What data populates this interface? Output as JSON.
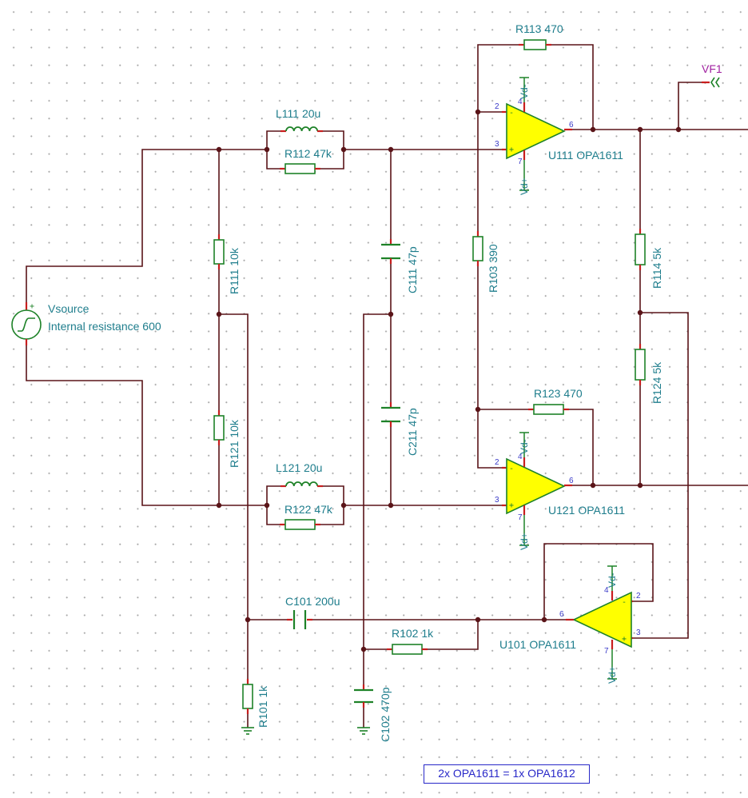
{
  "components": {
    "L111": "L111 20u",
    "R112": "R112 47k",
    "R111": "R111 10k",
    "R121": "R121 10k",
    "C111": "C111 47p",
    "C211": "C211 47p",
    "L121": "L121 20u",
    "R122": "R122 47k",
    "R113": "R113 470",
    "R103": "R103 390",
    "R114": "R114 5k",
    "R124": "R124 5k",
    "R123": "R123 470",
    "C101": "C101 200u",
    "R102": "R102 1k",
    "R101": "R101 1k",
    "C102": "C102 470p",
    "U111": "U111 OPA1611",
    "U121": "U121 OPA1611",
    "U101": "U101 OPA1611"
  },
  "source": {
    "name": "Vsource",
    "param": "Internal resistance 600"
  },
  "probe": {
    "label": "VF1"
  },
  "supplies": {
    "neg": "Vd-",
    "pos": "Vd+"
  },
  "pins": {
    "p2": "2",
    "p3": "3",
    "p4": "4",
    "p6": "6",
    "p7": "7"
  },
  "signs": {
    "minus": "-",
    "plus": "+"
  },
  "note": "2x OPA1611 = 1x OPA1612"
}
